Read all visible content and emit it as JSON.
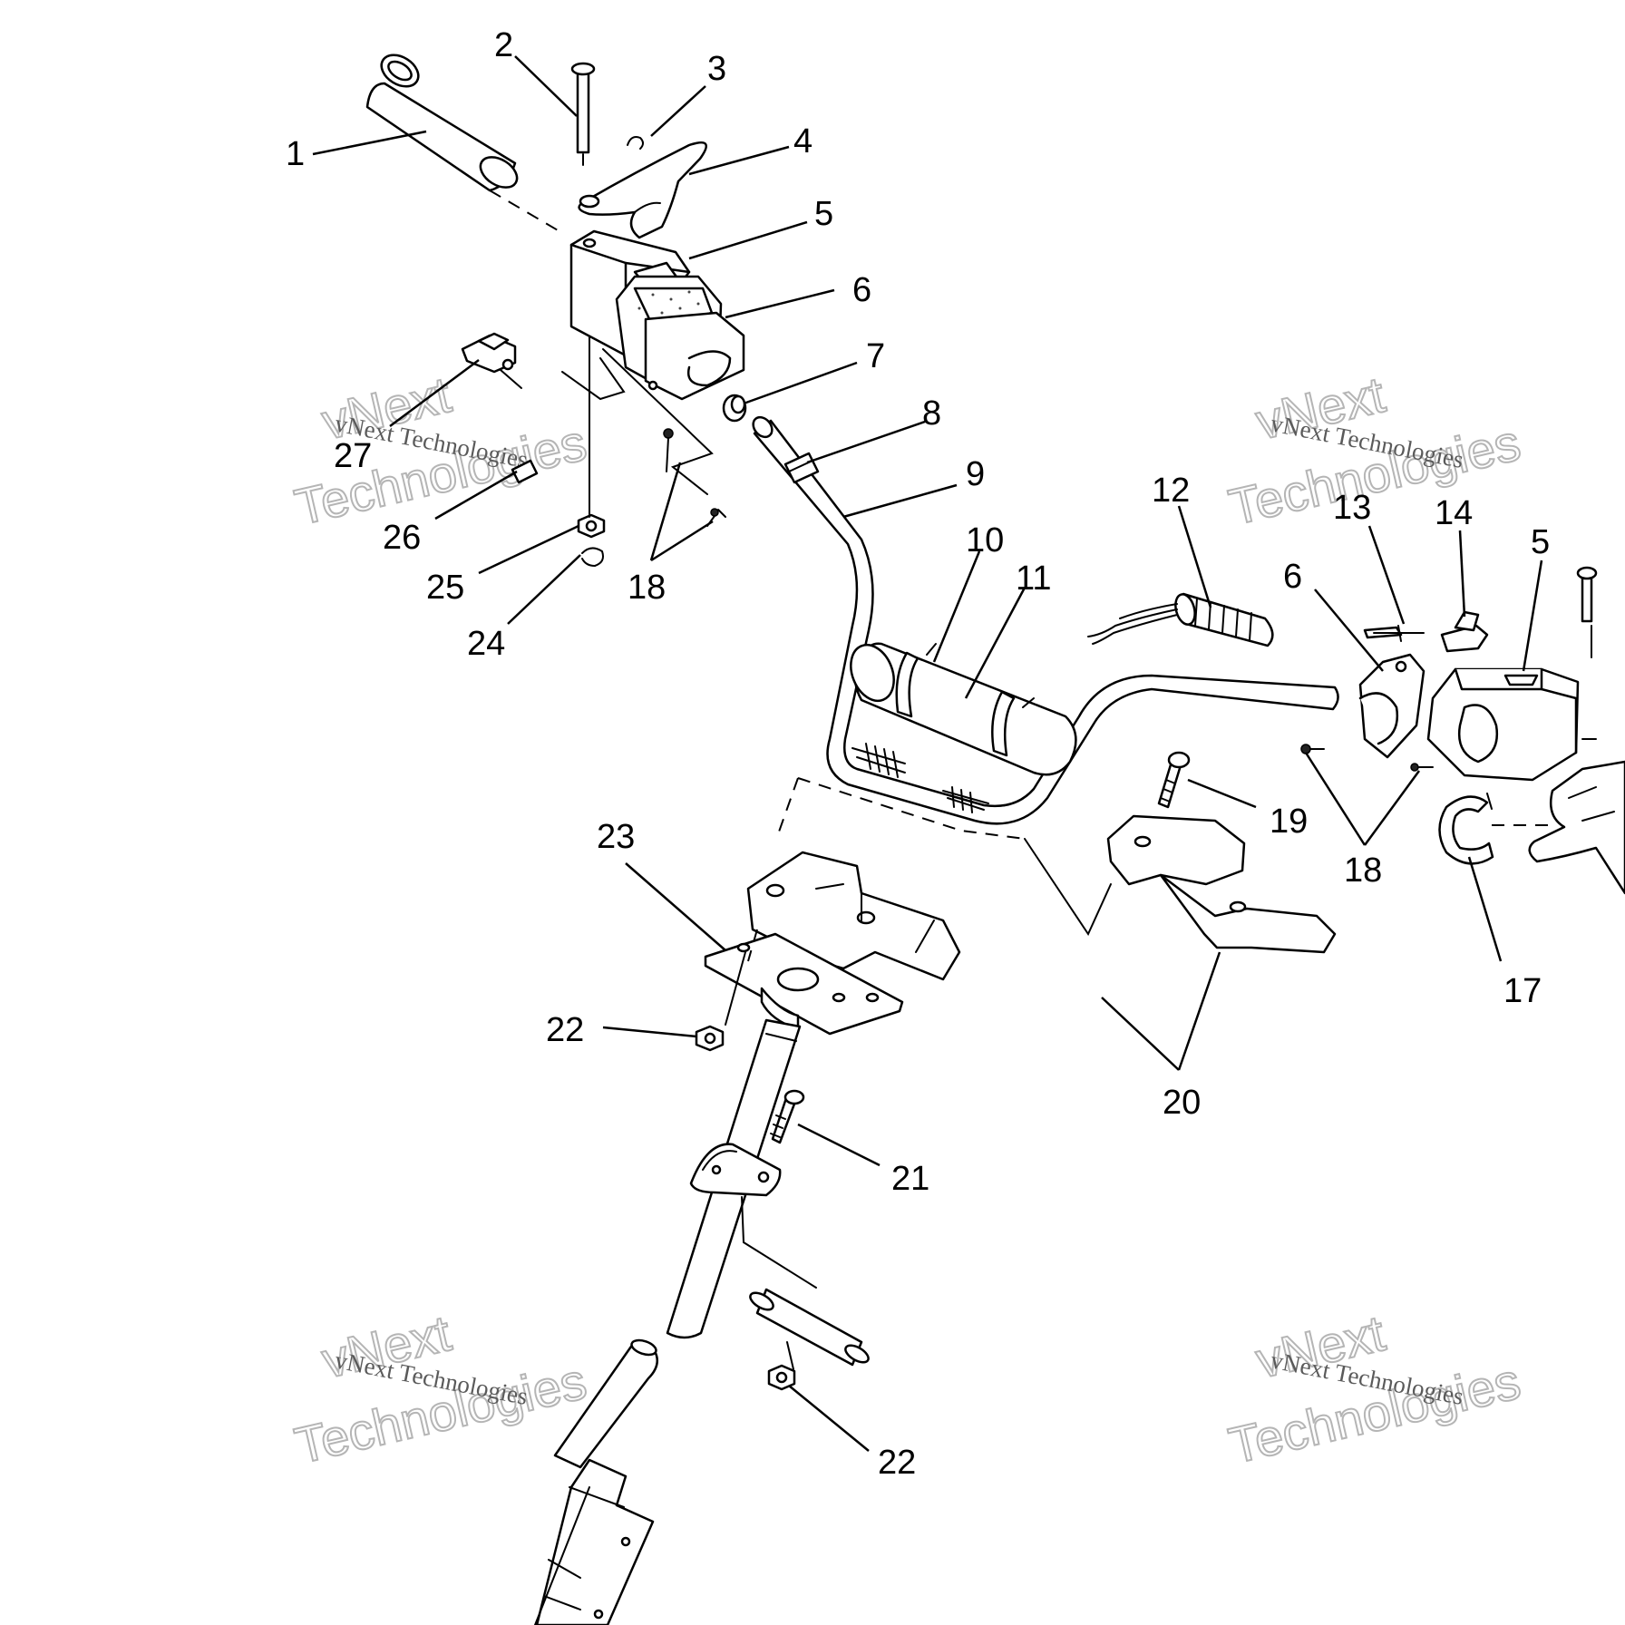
{
  "watermark": {
    "brand_line": "vNext Technologies",
    "top_word": "vNext",
    "bottom_word": "Technologies"
  },
  "callouts": [
    {
      "id": "c1",
      "label": "1"
    },
    {
      "id": "c2",
      "label": "2"
    },
    {
      "id": "c3",
      "label": "3"
    },
    {
      "id": "c4",
      "label": "4"
    },
    {
      "id": "c5a",
      "label": "5"
    },
    {
      "id": "c6a",
      "label": "6"
    },
    {
      "id": "c7",
      "label": "7"
    },
    {
      "id": "c8",
      "label": "8"
    },
    {
      "id": "c9",
      "label": "9"
    },
    {
      "id": "c10",
      "label": "10"
    },
    {
      "id": "c11",
      "label": "11"
    },
    {
      "id": "c12",
      "label": "12"
    },
    {
      "id": "c13",
      "label": "13"
    },
    {
      "id": "c14",
      "label": "14"
    },
    {
      "id": "c5b",
      "label": "5"
    },
    {
      "id": "c6b",
      "label": "6"
    },
    {
      "id": "c17",
      "label": "17"
    },
    {
      "id": "c18a",
      "label": "18"
    },
    {
      "id": "c18b",
      "label": "18"
    },
    {
      "id": "c19",
      "label": "19"
    },
    {
      "id": "c20",
      "label": "20"
    },
    {
      "id": "c21",
      "label": "21"
    },
    {
      "id": "c22a",
      "label": "22"
    },
    {
      "id": "c22b",
      "label": "22"
    },
    {
      "id": "c23",
      "label": "23"
    },
    {
      "id": "c24",
      "label": "24"
    },
    {
      "id": "c25",
      "label": "25"
    },
    {
      "id": "c26",
      "label": "26"
    },
    {
      "id": "c27",
      "label": "27"
    }
  ]
}
